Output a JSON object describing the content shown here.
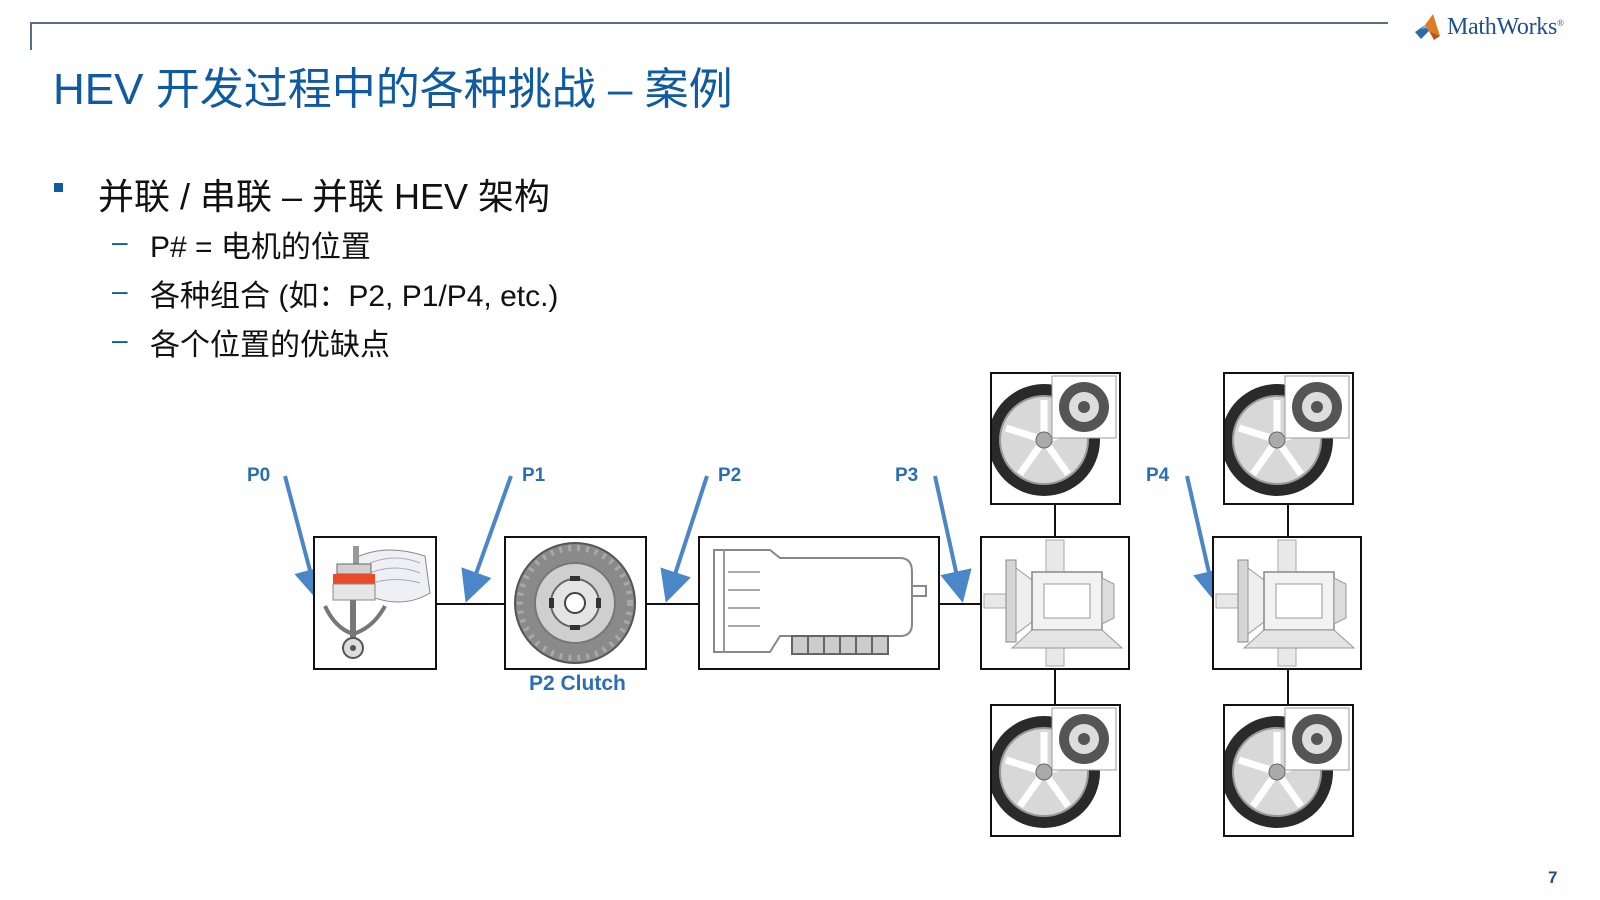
{
  "header": {
    "brand": "MathWorks",
    "brand_mark": "®",
    "title": "HEV 开发过程中的各种挑战 – 案例",
    "page_number": "7"
  },
  "content": {
    "bullet": "并联 / 串联 – 并联 HEV 架构",
    "dash": "–",
    "subitems": [
      "P# = 电机的位置",
      "各种组合 (如：P2, P1/P4, etc.)",
      "各个位置的优缺点"
    ]
  },
  "diagram": {
    "position_labels": [
      "P0",
      "P1",
      "P2",
      "P3",
      "P4"
    ],
    "clutch_label": "P2 Clutch",
    "arrow_color": "#4a86c8",
    "label_color": "#2a6fb5"
  }
}
